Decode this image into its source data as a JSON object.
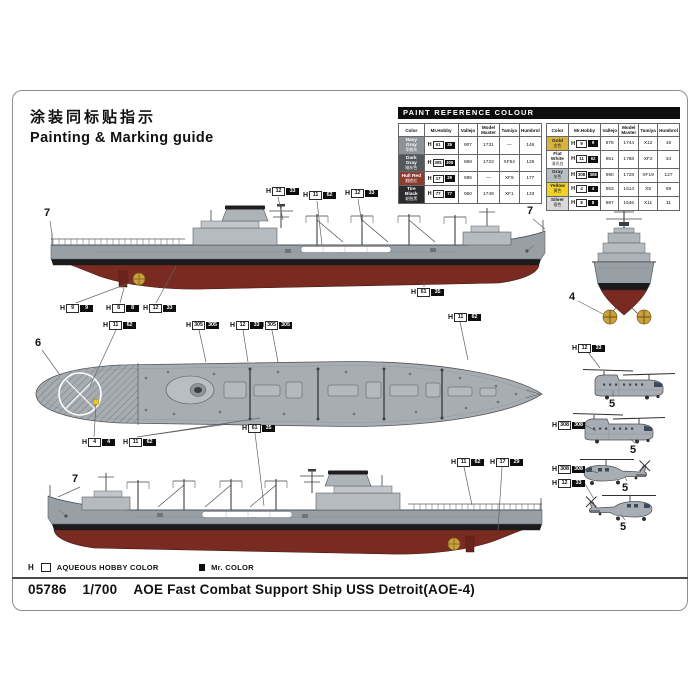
{
  "page": {
    "title_cn": "涂装同标贴指示",
    "title_en": "Painting  &  Marking  guide",
    "footer": {
      "code": "05786",
      "scale": "1/700",
      "name": "AOE Fast Combat Support Ship USS Detroit(AOE-4)"
    },
    "legend": {
      "h": "H",
      "aqueous": "AQUEOUS HOBBY COLOR",
      "mrcolor": "Mr. COLOR"
    }
  },
  "paint_table": {
    "title": "PAINT  REFERENCE  COLOUR",
    "columns": [
      "Color",
      "Mr.Hobby",
      "Vallejo",
      "Model Master",
      "Tamiya",
      "Humbrol"
    ],
    "left_rows": [
      {
        "name": "Navy Gray",
        "name_cn": "军舰灰",
        "swatch": "#8d9298",
        "text": "#ffffff",
        "aq": "61",
        "mr": "35",
        "vallejo": "907",
        "mm": "1731",
        "tamiya": "—",
        "humbrol": "146"
      },
      {
        "name": "Dark Gray",
        "name_cn": "暗灰色",
        "swatch": "#53585c",
        "text": "#ffffff",
        "aq": "305",
        "mr": "305",
        "vallejo": "868",
        "mm": "1723",
        "tamiya": "XF54",
        "humbrol": "125"
      },
      {
        "name": "Hull Red",
        "name_cn": "舰底红",
        "swatch": "#8e3b30",
        "text": "#ffffff",
        "aq": "17",
        "mr": "29",
        "vallejo": "985",
        "mm": "—",
        "tamiya": "XF9",
        "humbrol": "177"
      },
      {
        "name": "Tire Black",
        "name_cn": "轮胎黑",
        "swatch": "#2b2b2e",
        "text": "#ffffff",
        "aq": "77",
        "mr": "77",
        "vallejo": "950",
        "mm": "1749",
        "tamiya": "XF1",
        "humbrol": "133"
      }
    ],
    "right_rows": [
      {
        "name": "Gold",
        "name_cn": "金色",
        "swatch": "#d9b33c",
        "text": "#222222",
        "aq": "9",
        "mr": "9",
        "vallejo": "878",
        "mm": "1744",
        "tamiya": "X12",
        "humbrol": "16"
      },
      {
        "name": "Flat White",
        "name_cn": "消光白",
        "swatch": "#ffffff",
        "text": "#222222",
        "aq": "11",
        "mr": "62",
        "vallejo": "951",
        "mm": "1768",
        "tamiya": "XF2",
        "humbrol": "34"
      },
      {
        "name": "Gray",
        "name_cn": "灰色",
        "swatch": "#b9bec3",
        "text": "#222222",
        "aq": "308",
        "mr": "308",
        "vallejo": "990",
        "mm": "1728",
        "tamiya": "XF19",
        "humbrol": "127"
      },
      {
        "name": "Yellow",
        "name_cn": "黄色",
        "swatch": "#f0d224",
        "text": "#222222",
        "aq": "4",
        "mr": "4",
        "vallejo": "953",
        "mm": "1514",
        "tamiya": "X8",
        "humbrol": "69"
      },
      {
        "name": "Silver",
        "name_cn": "银色",
        "swatch": "#d9dadb",
        "text": "#222222",
        "aq": "8",
        "mr": "8",
        "vallejo": "997",
        "mm": "1546",
        "tamiya": "X11",
        "humbrol": "11"
      }
    ]
  },
  "chips": [
    {
      "a": "12",
      "m": "33"
    },
    {
      "a": "11",
      "m": "62"
    },
    {
      "a": "12",
      "m": "33"
    },
    {
      "a": "61",
      "m": "35"
    },
    {
      "a": "9",
      "m": "9"
    },
    {
      "a": "8",
      "m": "8"
    },
    {
      "a": "12",
      "m": "33"
    },
    {
      "a": "11",
      "m": "62"
    },
    {
      "a": "305",
      "m": "305"
    },
    {
      "a": "12",
      "m": "33"
    },
    {
      "a": "305",
      "m": "305"
    },
    {
      "a": "11",
      "m": "62"
    },
    {
      "a": "4",
      "m": "4"
    },
    {
      "a": "11",
      "m": "62"
    },
    {
      "a": "61",
      "m": "35"
    },
    {
      "a": "11",
      "m": "62"
    },
    {
      "a": "17",
      "m": "29"
    },
    {
      "a": "12",
      "m": "33"
    },
    {
      "a": "308",
      "m": "308"
    },
    {
      "a": "308",
      "m": "308"
    },
    {
      "a": "12",
      "m": "33"
    }
  ],
  "callouts": {
    "stern_staff": "7",
    "bow_staff": "7",
    "propellers": "4",
    "deck_net": "6",
    "bow_staff_lower": "7",
    "heli_1": "5",
    "heli_2": "5",
    "heli_3": "5",
    "heli_4": "5"
  },
  "colors": {
    "hull_gray": "#99a0a5",
    "superstructure_gray": "#b6bbc0",
    "boot_stripe_black": "#1b1b1e",
    "hull_red": "#7a2b21",
    "gold": "#c9a23d",
    "yellow": "#e9cb27",
    "heli_gray": "#a7adb2"
  }
}
